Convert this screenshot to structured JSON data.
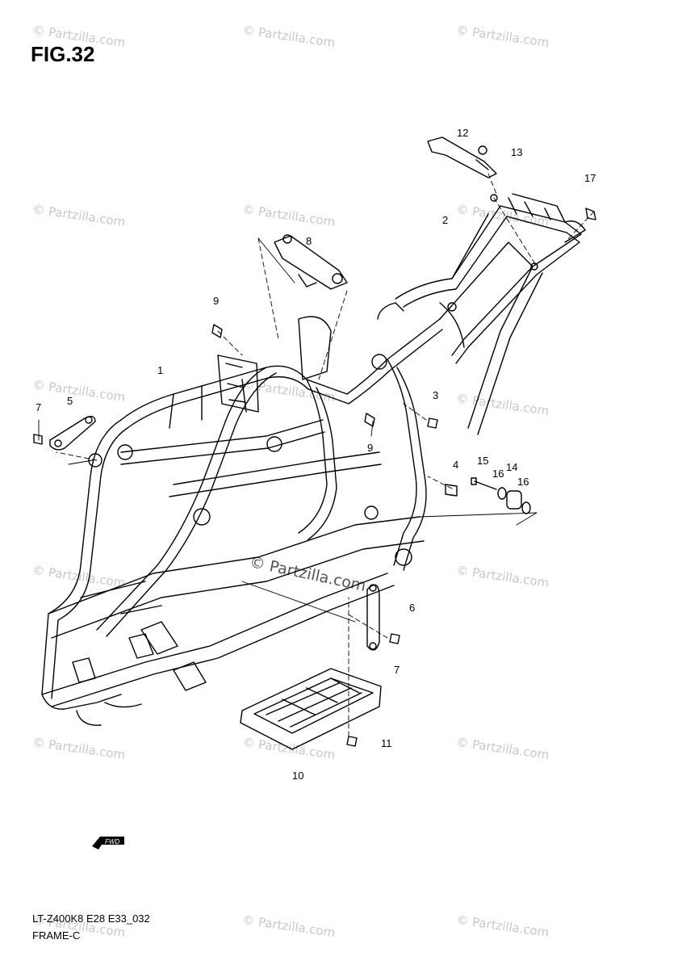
{
  "figure": {
    "title": "FIG.32",
    "code": "LT-Z400K8 E28 E33_032",
    "name": "FRAME-C"
  },
  "callouts": [
    "1",
    "2",
    "3",
    "4",
    "5",
    "6",
    "7",
    "7",
    "8",
    "9",
    "9",
    "10",
    "11",
    "12",
    "13",
    "14",
    "15",
    "16",
    "16",
    "17"
  ],
  "watermark_text": "© Partzilla.com",
  "center_watermark": "© Partzilla.com",
  "fwd_label": "FWD",
  "colors": {
    "line": "#000000",
    "watermark": "#c8c8c8",
    "background": "#ffffff"
  }
}
